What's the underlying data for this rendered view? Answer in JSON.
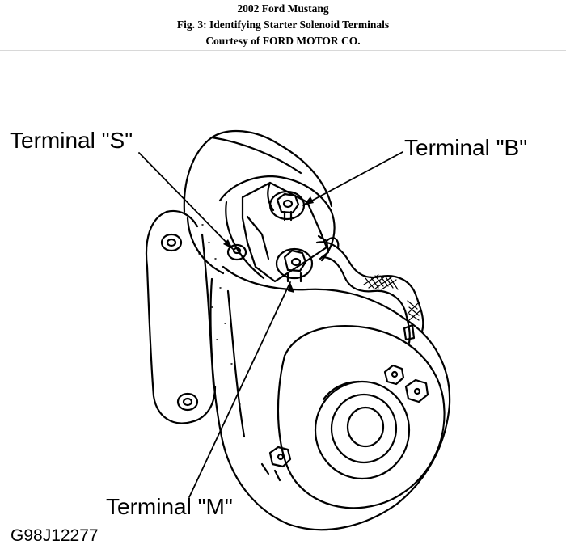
{
  "header": {
    "line1": "2002 Ford Mustang",
    "line2": "Fig. 3: Identifying Starter Solenoid Terminals",
    "line3": "Courtesy of FORD MOTOR CO."
  },
  "labels": {
    "terminal_s": "Terminal \"S\"",
    "terminal_b": "Terminal \"B\"",
    "terminal_m": "Terminal \"M\""
  },
  "figure_code": "G98J12277"
}
